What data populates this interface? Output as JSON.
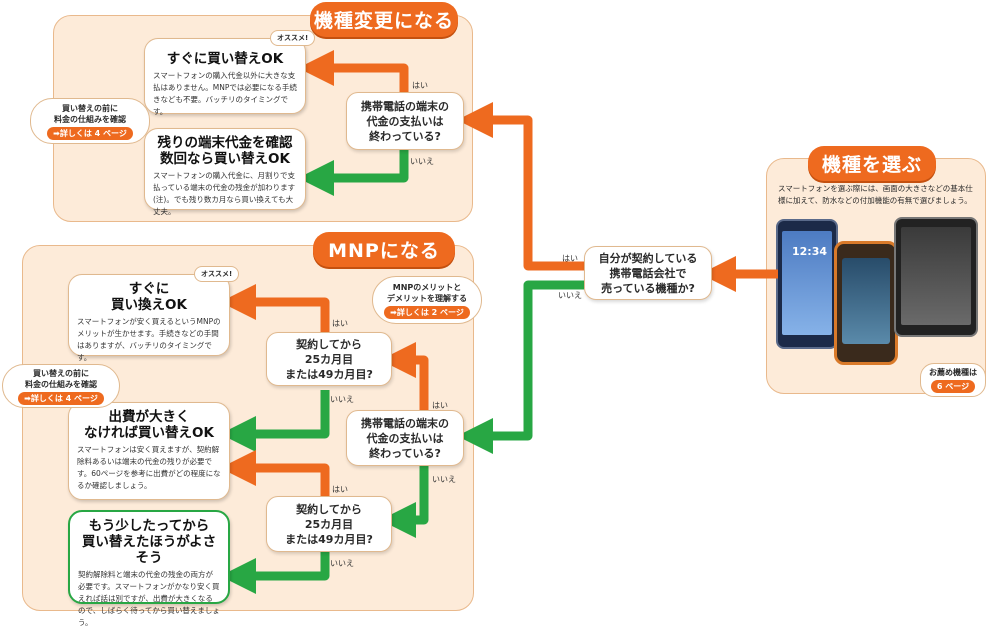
{
  "panels": {
    "change": {
      "title": "機種変更になる"
    },
    "mnp": {
      "title": "MNPになる"
    },
    "choose": {
      "title": "機種を選ぶ",
      "desc": "スマートフォンを選ぶ際には、画面の大きさなどの基本仕様に加えて、防水などの付加機能の有無で選びましょう。"
    }
  },
  "main_question": {
    "line1": "自分が契約している",
    "line2": "携帯電話会社で",
    "line3": "売っている機種か?"
  },
  "main_yes": "はい",
  "main_no": "いいえ",
  "change": {
    "question": {
      "line1": "携帯電話の端末の",
      "line2": "代金の支払いは",
      "line3": "終わっている?"
    },
    "yes": "はい",
    "no": "いいえ",
    "result_a": {
      "title": "すぐに買い替えOK",
      "badge": "オススメ!",
      "body": "スマートフォンの購入代金以外に大きな支払はありません。MNPでは必要になる手続きなども不要。バッチリのタイミングです。"
    },
    "result_b": {
      "title1": "残りの端末代金を確認",
      "title2": "数回なら買い替えOK",
      "body": "スマートフォンの購入代金に、月割りで支払っている端末の代金の残金が加わります(注)。でも残り数カ月なら買い換えても大丈夫。"
    },
    "bubble": {
      "line1": "買い替えの前に",
      "line2": "料金の仕組みを確認",
      "link": "➡詳しくは 4 ページ"
    }
  },
  "mnp": {
    "question": {
      "line1": "携帯電話の端末の",
      "line2": "代金の支払いは",
      "line3": "終わっている?"
    },
    "q_yes": "はい",
    "q_no": "いいえ",
    "contract1": {
      "line1": "契約してから",
      "line2": "25カ月目",
      "line3": "または49カ月目?"
    },
    "c1_yes": "はい",
    "c1_no": "いいえ",
    "contract2": {
      "line1": "契約してから",
      "line2": "25カ月目",
      "line3": "または49カ月目?"
    },
    "c2_yes": "はい",
    "c2_no": "いいえ",
    "result_a": {
      "title1": "すぐに",
      "title2": "買い換えOK",
      "badge": "オススメ!",
      "body": "スマートフォンが安く買えるというMNPのメリットが生かせます。手続きなどの手間はありますが、バッチリのタイミングです。"
    },
    "result_b": {
      "title1": "出費が大きく",
      "title2": "なければ買い替えOK",
      "body": "スマートフォンは安く買えますが、契約解除料あるいは端末の代金の残りが必要です。60ページを参考に出費がどの程度になるか確認しましょう。"
    },
    "result_c": {
      "title1": "もう少したってから",
      "title2": "買い替えたほうがよさそう",
      "body": "契約解除料と端末の代金の残金の両方が必要です。スマートフォンがかなり安く買えれば話は別ですが、出費が大きくなるので、しばらく待ってから買い替えましょう。"
    },
    "bubble_left": {
      "line1": "買い替えの前に",
      "line2": "料金の仕組みを確認",
      "link": "➡詳しくは 4 ページ"
    },
    "bubble_right": {
      "line1": "MNPのメリットと",
      "line2": "デメリットを理解する",
      "link": "➡詳しくは 2 ページ"
    }
  },
  "recommend": {
    "line1": "お薦め機種は",
    "link": "6 ページ"
  },
  "phone_clock": "12:34",
  "colors": {
    "orange": "#ee6a1f",
    "green": "#28a744",
    "panel": "#fdebd9"
  }
}
